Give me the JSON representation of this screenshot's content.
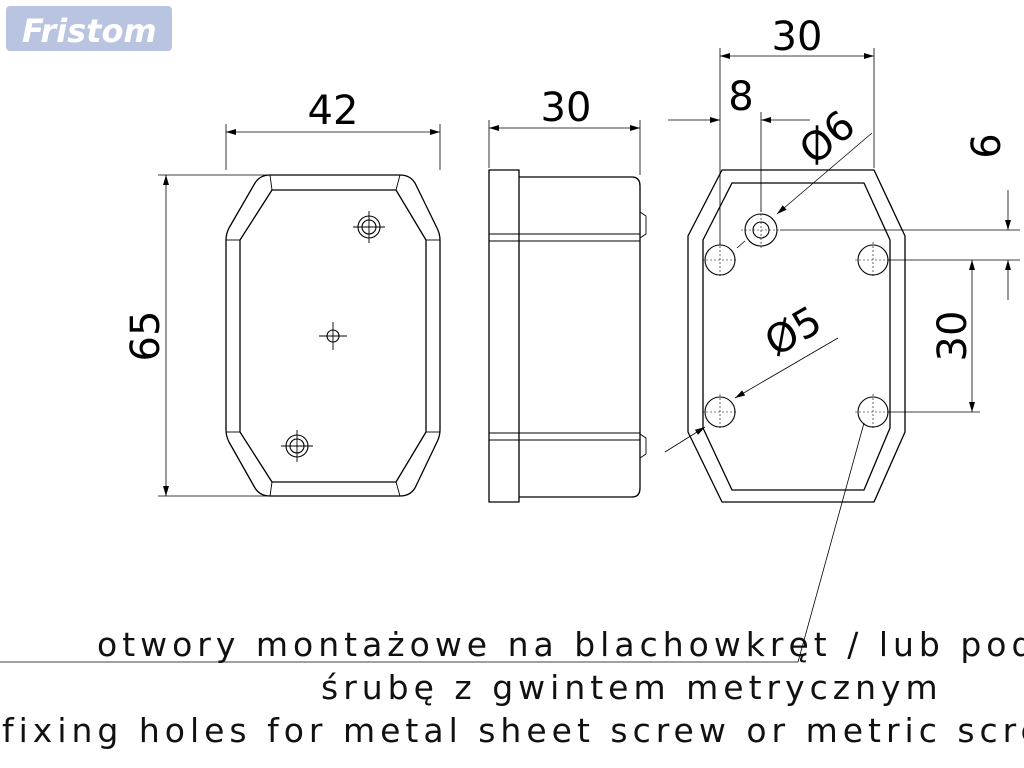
{
  "logo": {
    "text": "Fristom",
    "color": "#b9c4e0"
  },
  "views": {
    "front": {
      "width": "42",
      "height": "65"
    },
    "side": {
      "depth": "30"
    },
    "back": {
      "width": "30",
      "hole_offset": "8",
      "hole_diameter_center": "Ø6",
      "hole_diameter_corner": "Ø5",
      "vertical_offset": "6",
      "hole_spacing": "30"
    }
  },
  "note": {
    "line1_pl": "otwory montażowe na blachowkręt / lub pod",
    "line2_pl": "śrubę z gwintem metrycznym",
    "line3_en": "fixing holes for metal sheet screw or metric screw"
  }
}
